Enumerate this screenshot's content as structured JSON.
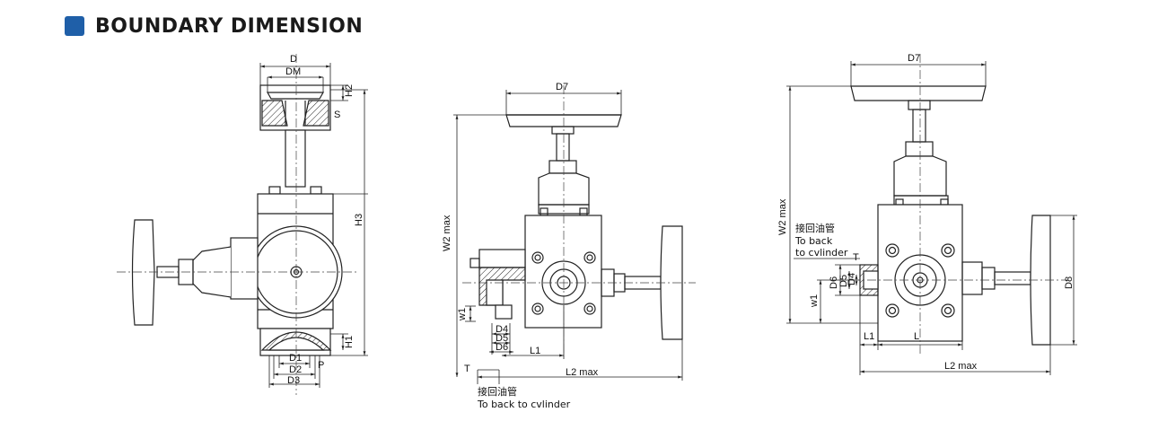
{
  "header": {
    "title": "BOUNDARY DIMENSION",
    "accent": "#1f5fa8"
  },
  "view1": {
    "D": "D",
    "DM": "DM",
    "H2": "H2",
    "S": "S",
    "H3": "H3",
    "H1": "H1",
    "D1": "D1",
    "D2": "D2",
    "D3": "D3",
    "P": "P"
  },
  "view2": {
    "D7": "D7",
    "W2": "W2 max",
    "w1": "w1",
    "D4": "D4",
    "D5": "D5",
    "D6": "D6",
    "L1": "L1",
    "L2": "L2 max",
    "T": "T",
    "note_cn": "接回油管",
    "note_en": "To back to cvlinder"
  },
  "view3": {
    "D7": "D7",
    "W2": "W2 max",
    "note_cn": "接回油管",
    "note_en1": "To back",
    "note_en2": "to cvlinder",
    "T": "T",
    "D6": "D6",
    "D5": "D5",
    "D4": "D4",
    "w1": "w1",
    "D8": "D8",
    "L1": "L1",
    "L": "L",
    "L2": "L2 max"
  }
}
